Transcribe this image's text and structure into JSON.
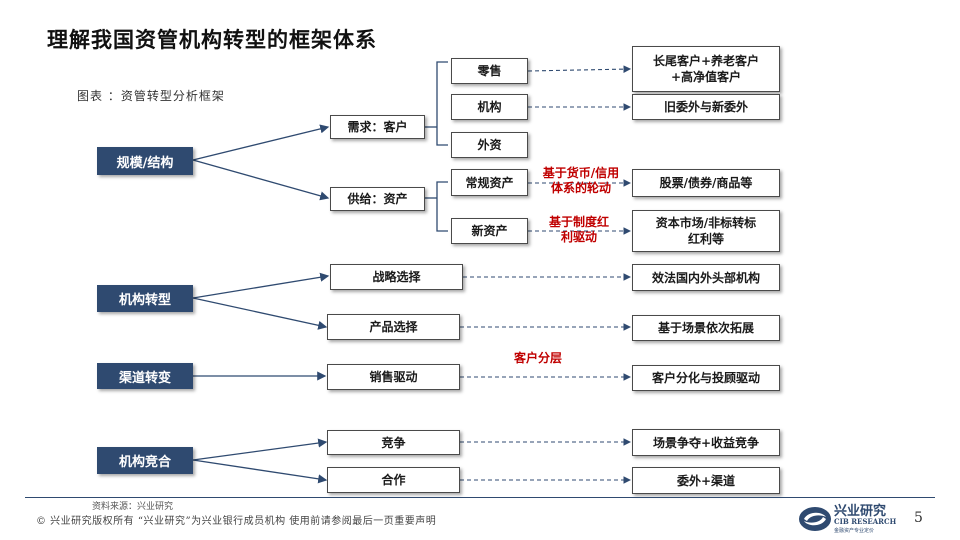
{
  "title": "理解我国资管机构转型的框架体系",
  "caption": "图表 ：资管转型分析框架",
  "categories": {
    "scale": "规模/结构",
    "institution": "机构转型",
    "channel": "渠道转变",
    "competition": "机构竞合"
  },
  "level2": {
    "demand": "需求：客户",
    "supply": "供给：资产",
    "strategy": "战略选择",
    "product": "产品选择",
    "sales": "销售驱动",
    "compete": "竞争",
    "cooperate": "合作"
  },
  "level3": {
    "retail": "零售",
    "inst": "机构",
    "foreign": "外资",
    "regular": "常规资产",
    "new_asset": "新资产"
  },
  "outcomes": {
    "retail": "长尾客户+养老客户+高净值客户",
    "inst": "旧委外与新委外",
    "regular": "股票/债券/商品等",
    "new_asset": "资本市场/非标转标红利等",
    "strategy": "效法国内外头部机构",
    "product": "基于场景依次拓展",
    "sales": "客户分化与投顾驱动",
    "compete": "场景争夺+收益竞争",
    "cooperate": "委外+渠道"
  },
  "notes": {
    "regular": "基于货币/信用体系的轮动",
    "new_asset": "基于制度红利驱动",
    "sales": "客户分层"
  },
  "footer": {
    "source": "资料来源：兴业研究",
    "copyright": "© 兴业研究版权所有 “兴业研究”为兴业银行成员机构 使用前请参阅最后一页重要声明",
    "page": "5"
  },
  "logo": {
    "cn": "兴业研究",
    "en": "CIB RESEARCH",
    "sub": "金融资产专业定价"
  },
  "colors": {
    "nav": "#2f4a70",
    "note": "#c00000",
    "line": "#2f4a70"
  }
}
